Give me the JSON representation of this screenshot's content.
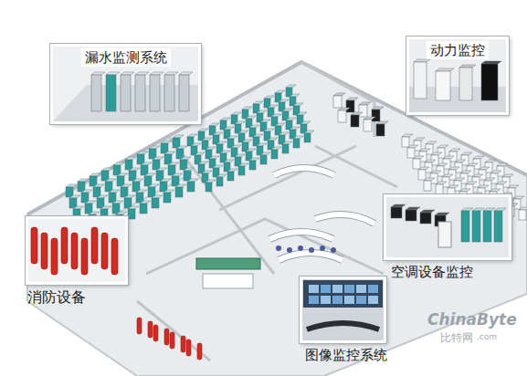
{
  "diagram": {
    "nodes": [
      {
        "text": [
          "漏水监测系统"
        ]
      },
      {
        "text": [
          "动力监控"
        ]
      },
      {
        "text": [
          "消防设备"
        ]
      },
      {
        "text": [
          "空调设备监控"
        ]
      },
      {
        "text": [
          "图像监控系统"
        ]
      }
    ],
    "labels": [
      "ChinaByte",
      "比特网",
      ".com"
    ]
  }
}
